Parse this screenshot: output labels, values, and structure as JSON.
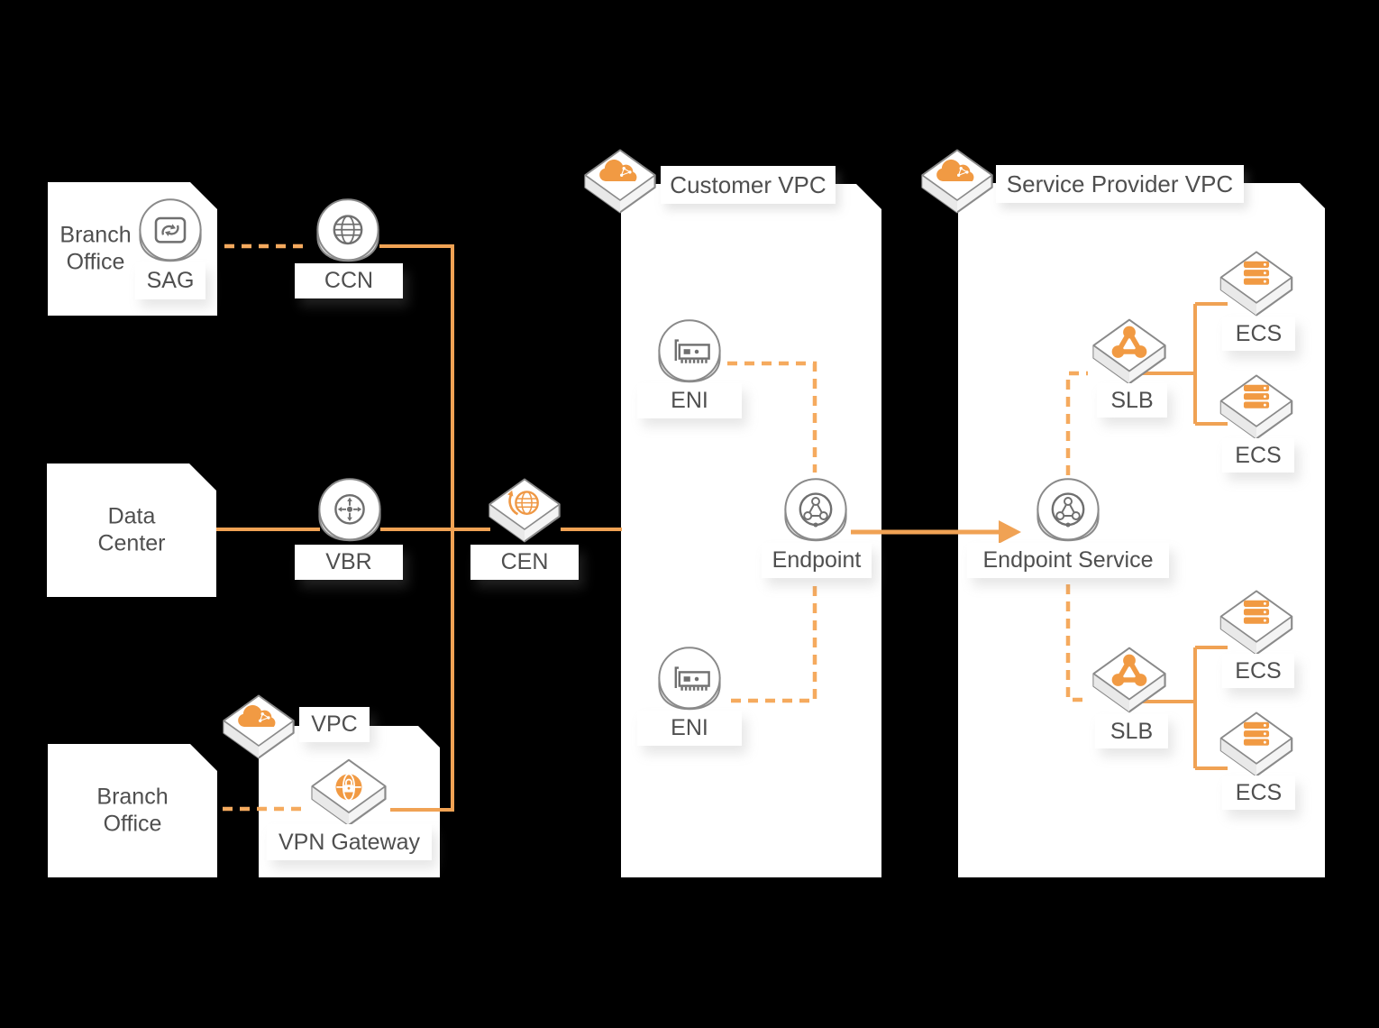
{
  "colors": {
    "background": "#000000",
    "panel": "#ffffff",
    "line_solid_orange": "#F0A254",
    "line_dashed_orange": "#F5AA5E",
    "icon_orange": "#F19A43",
    "icon_stroke_gray": "#8a8a8a",
    "glyph_gray": "#6f6f6f",
    "text_gray": "#4f4f4f"
  },
  "sites": {
    "branch_office_top": {
      "label": "Branch Office"
    },
    "data_center": {
      "label": "Data Center"
    },
    "branch_office_bottom": {
      "label": "Branch Office"
    }
  },
  "zones": {
    "customer_vpc": {
      "label": "Customer VPC",
      "icon": "vpc-cloud-cube-icon"
    },
    "service_provider_vpc": {
      "label": "Service Provider VPC",
      "icon": "vpc-cloud-cube-icon"
    },
    "vpc_small": {
      "label": "VPC",
      "icon": "vpc-cloud-cube-icon"
    }
  },
  "nodes": {
    "sag": {
      "label": "SAG",
      "icon": "device-cycle-icon"
    },
    "ccn": {
      "label": "CCN",
      "icon": "globe-icon"
    },
    "vbr": {
      "label": "VBR",
      "icon": "router-arrows-icon"
    },
    "cen": {
      "label": "CEN",
      "icon": "globe-sync-icon"
    },
    "vpn_gateway": {
      "label": "VPN Gateway",
      "icon": "globe-lock-icon"
    },
    "eni_top": {
      "label": "ENI",
      "icon": "network-card-icon"
    },
    "eni_bottom": {
      "label": "ENI",
      "icon": "network-card-icon"
    },
    "endpoint": {
      "label": "Endpoint",
      "icon": "tri-node-icon"
    },
    "endpoint_service": {
      "label": "Endpoint Service",
      "icon": "tri-node-icon"
    },
    "slb_top": {
      "label": "SLB",
      "icon": "load-balancer-icon"
    },
    "slb_bottom": {
      "label": "SLB",
      "icon": "load-balancer-icon"
    },
    "ecs_top_1": {
      "label": "ECS",
      "icon": "server-stack-icon"
    },
    "ecs_top_2": {
      "label": "ECS",
      "icon": "server-stack-icon"
    },
    "ecs_bottom_1": {
      "label": "ECS",
      "icon": "server-stack-icon"
    },
    "ecs_bottom_2": {
      "label": "ECS",
      "icon": "server-stack-icon"
    }
  }
}
